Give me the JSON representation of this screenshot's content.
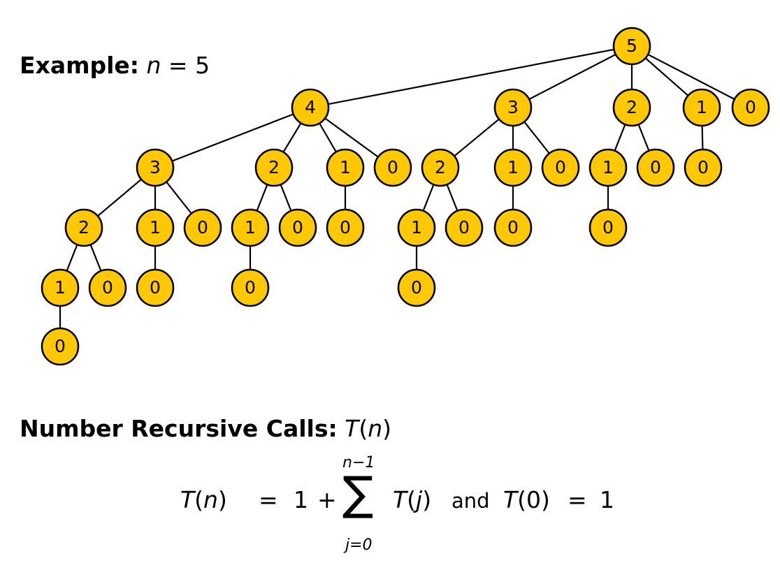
{
  "example": {
    "label": "Example:",
    "var": "n",
    "op": " = ",
    "value": "5"
  },
  "tree": {
    "node_fill": "#ffc800",
    "edge_color": "#000000",
    "nodes": [
      {
        "id": "r",
        "label": "5",
        "parent": null
      },
      {
        "id": "a",
        "label": "4",
        "parent": "r"
      },
      {
        "id": "b",
        "label": "3",
        "parent": "r"
      },
      {
        "id": "c",
        "label": "2",
        "parent": "r"
      },
      {
        "id": "d",
        "label": "1",
        "parent": "r"
      },
      {
        "id": "e",
        "label": "0",
        "parent": "r"
      },
      {
        "id": "a1",
        "label": "3",
        "parent": "a"
      },
      {
        "id": "a2",
        "label": "2",
        "parent": "a"
      },
      {
        "id": "a3",
        "label": "1",
        "parent": "a"
      },
      {
        "id": "a4",
        "label": "0",
        "parent": "a"
      },
      {
        "id": "b1",
        "label": "2",
        "parent": "b"
      },
      {
        "id": "b2",
        "label": "1",
        "parent": "b"
      },
      {
        "id": "b3",
        "label": "0",
        "parent": "b"
      },
      {
        "id": "c1",
        "label": "1",
        "parent": "c"
      },
      {
        "id": "c2",
        "label": "0",
        "parent": "c"
      },
      {
        "id": "d1",
        "label": "0",
        "parent": "d"
      },
      {
        "id": "a1a",
        "label": "2",
        "parent": "a1"
      },
      {
        "id": "a1b",
        "label": "1",
        "parent": "a1"
      },
      {
        "id": "a1c",
        "label": "0",
        "parent": "a1"
      },
      {
        "id": "a2a",
        "label": "1",
        "parent": "a2"
      },
      {
        "id": "a2b",
        "label": "0",
        "parent": "a2"
      },
      {
        "id": "a3a",
        "label": "0",
        "parent": "a3"
      },
      {
        "id": "b1a",
        "label": "1",
        "parent": "b1"
      },
      {
        "id": "b1b",
        "label": "0",
        "parent": "b1"
      },
      {
        "id": "b2a",
        "label": "0",
        "parent": "b2"
      },
      {
        "id": "c1a",
        "label": "0",
        "parent": "c1"
      },
      {
        "id": "a1aa",
        "label": "1",
        "parent": "a1a"
      },
      {
        "id": "a1ab",
        "label": "0",
        "parent": "a1a"
      },
      {
        "id": "a1ba",
        "label": "0",
        "parent": "a1b"
      },
      {
        "id": "a2aa",
        "label": "0",
        "parent": "a2a"
      },
      {
        "id": "b1aa",
        "label": "0",
        "parent": "b1a"
      },
      {
        "id": "a1aaa",
        "label": "0",
        "parent": "a1aa"
      }
    ]
  },
  "recursive_calls": {
    "label": "Number Recursive Calls:",
    "fn": "T",
    "arg": "n"
  },
  "formula": {
    "lhs_fn": "T",
    "lhs_arg": "n",
    "eq": "=",
    "one": "1",
    "plus": "+",
    "sum_symbol": "∑",
    "upper": "n−1",
    "lower": "j=0",
    "term_fn": "T",
    "term_arg": "j",
    "and": "and",
    "base_fn": "T",
    "base_arg": "0",
    "base_eq": "=",
    "base_val": "1"
  }
}
